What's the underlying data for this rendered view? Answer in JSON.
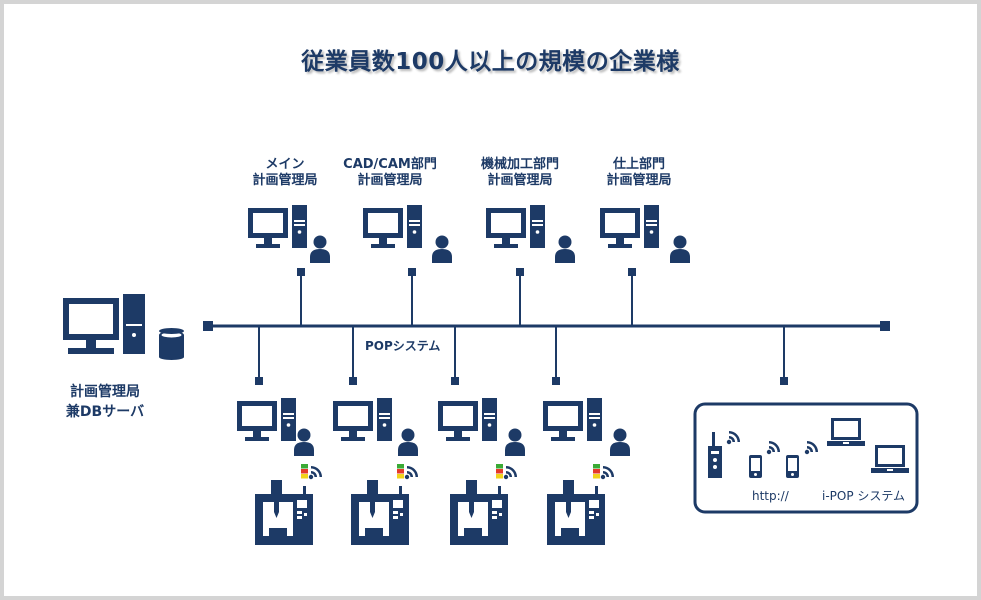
{
  "title": "従業員数100人以上の規模の企業様",
  "colors": {
    "navy": "#1d3a66",
    "frame": "#d4d4d4",
    "green": "#3aaa35",
    "red": "#e53a2a",
    "yellow": "#f2d31b"
  },
  "server": {
    "line1": "計画管理局",
    "line2": "兼DBサーバ"
  },
  "bus_label": "POPシステム",
  "departments": [
    {
      "line1": "メイン",
      "line2": "計画管理局"
    },
    {
      "line1": "CAD/CAM部門",
      "line2": "計画管理局"
    },
    {
      "line1": "機械加工部門",
      "line2": "計画管理局"
    },
    {
      "line1": "仕上部門",
      "line2": "計画管理局"
    }
  ],
  "mobile_box": {
    "http_label": "http://",
    "system_label": "i-POP システム"
  }
}
